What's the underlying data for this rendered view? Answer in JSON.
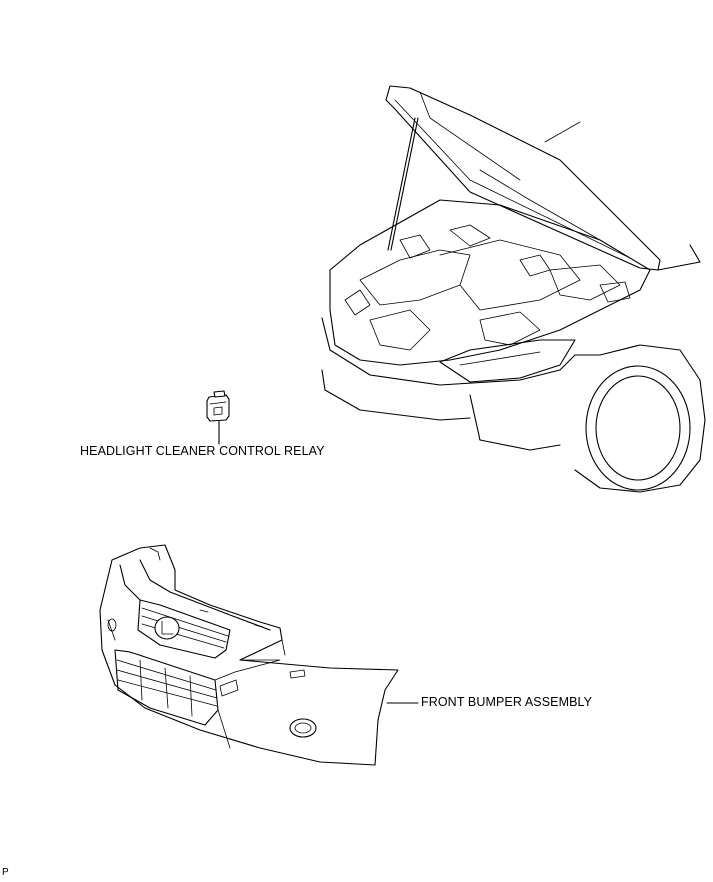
{
  "labels": {
    "relay": "HEADLIGHT CLEANER CONTROL RELAY",
    "bumper": "FRONT BUMPER ASSEMBLY",
    "code": "P"
  },
  "colors": {
    "line": "#000000",
    "background": "#ffffff"
  }
}
